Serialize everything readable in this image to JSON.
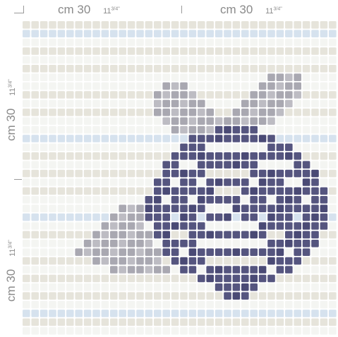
{
  "dimensions": {
    "top": [
      {
        "cm": "cm 30",
        "inch_whole": "11",
        "inch_frac": "3/4\""
      },
      {
        "cm": "cm 30",
        "inch_whole": "11",
        "inch_frac": "3/4\""
      }
    ],
    "side": [
      {
        "cm": "cm 30",
        "inch_whole": "11",
        "inch_frac": "3/4\""
      },
      {
        "cm": "cm 30",
        "inch_whole": "11",
        "inch_frac": "3/4\""
      }
    ]
  },
  "colors": {
    "background_tile": "#f4f5f2",
    "stripe_blue": "#d6e2ee",
    "stripe_beige": "#e6e4db",
    "petal_gray": "#a9a8b1",
    "petal_light_gray": "#bdbcc3",
    "rose_purple": "#55557f",
    "rose_purple_dark": "#4a4a75"
  },
  "pattern": {
    "type": "glass-tile mosaic",
    "motif": "rose"
  }
}
